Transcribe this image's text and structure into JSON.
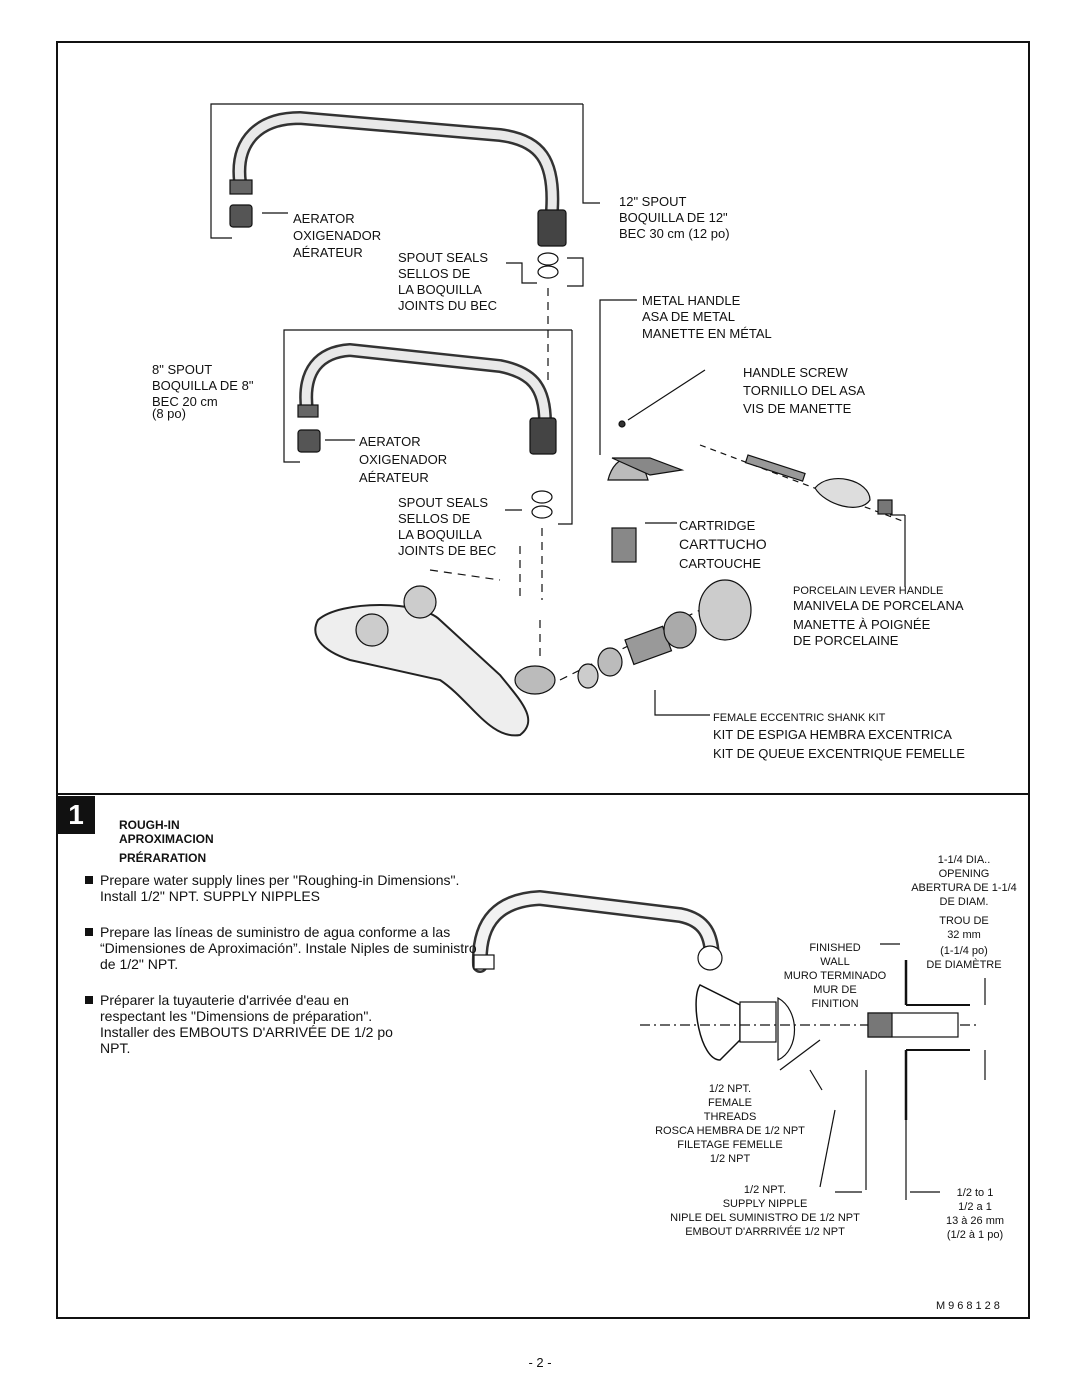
{
  "exploded_view": {
    "spout12": [
      "12\" SPOUT",
      "BOQUILLA DE 12\"",
      "BEC 30 cm (12 po)"
    ],
    "aerator_top": [
      "AERATOR",
      "OXIGENADOR",
      "AÉRATEUR"
    ],
    "spout_seals_top": [
      "SPOUT SEALS",
      "SELLOS DE",
      "LA BOQUILLA",
      "JOINTS DU BEC"
    ],
    "metal_handle": [
      "METAL HANDLE",
      "ASA DE METAL",
      "MANETTE EN MÉTAL"
    ],
    "spout8": [
      "8\" SPOUT",
      "BOQUILLA DE 8\"",
      "BEC 20 cm",
      "(8 po)"
    ],
    "handle_screw": [
      "HANDLE SCREW",
      "TORNILLO DEL ASA",
      "VIS DE MANETTE"
    ],
    "aerator_bottom": [
      "AERATOR",
      "OXIGENADOR",
      "AÉRATEUR"
    ],
    "spout_seals_bottom": [
      "SPOUT SEALS",
      "SELLOS DE",
      "LA BOQUILLA",
      "JOINTS DE BEC"
    ],
    "cartridge": [
      "CARTRIDGE",
      "CARTTUCHO",
      "CARTOUCHE"
    ],
    "porcelain_handle": [
      "PORCELAIN LEVER HANDLE",
      "MANIVELA DE PORCELANA",
      "MANETTE À POIGNÉE",
      "DE PORCELAINE"
    ],
    "shank_kit": [
      "FEMALE ECCENTRIC SHANK KIT",
      "KIT DE ESPIGA HEMBRA EXCENTRICA",
      "KIT DE QUEUE EXCENTRIQUE FEMELLE"
    ]
  },
  "step": {
    "number": "1",
    "title": [
      "ROUGH-IN",
      "APROXIMACION",
      "PRÉRARATION"
    ],
    "bullets": [
      "Prepare water supply lines per \"Roughing-in Dimensions\". Install 1/2\" NPT. SUPPLY NIPPLES",
      "Prepare las líneas de suministro de agua conforme a las “Dimensiones de Aproximación”. Instale Niples de suministro de 1/2\" NPT.",
      "Préparer la tuyauterie d'arrivée d'eau en respectant les \"Dimensions de préparation\". Installer des EMBOUTS D'ARRIVÉE DE 1/2 po NPT."
    ]
  },
  "rough_in_diagram": {
    "opening": [
      "1-1/4 DIA..",
      "OPENING",
      "ABERTURA DE 1-1/4",
      "DE DIAM.",
      "TROU DE",
      "32 mm",
      "(1-1/4 po)",
      "DE DIAMÈTRE"
    ],
    "finished_wall": [
      "FINISHED",
      "WALL",
      "MURO TERMINADO",
      "MUR DE",
      "FINITION"
    ],
    "female_threads": [
      "1/2 NPT.",
      "FEMALE",
      "THREADS",
      "ROSCA HEMBRA DE 1/2 NPT",
      "FILETAGE FEMELLE",
      "1/2 NPT"
    ],
    "supply_nipple": [
      "1/2 NPT.",
      "SUPPLY NIPPLE",
      "NIPLE DEL SUMINISTRO DE 1/2 NPT",
      "EMBOUT D'ARRRIVÉE 1/2 NPT"
    ],
    "dimension": [
      "1/2 to 1",
      "1/2 a 1",
      "13 à 26 mm",
      "(1/2 à 1 po)"
    ]
  },
  "model_number": "M968128",
  "page_number": "- 2 -"
}
